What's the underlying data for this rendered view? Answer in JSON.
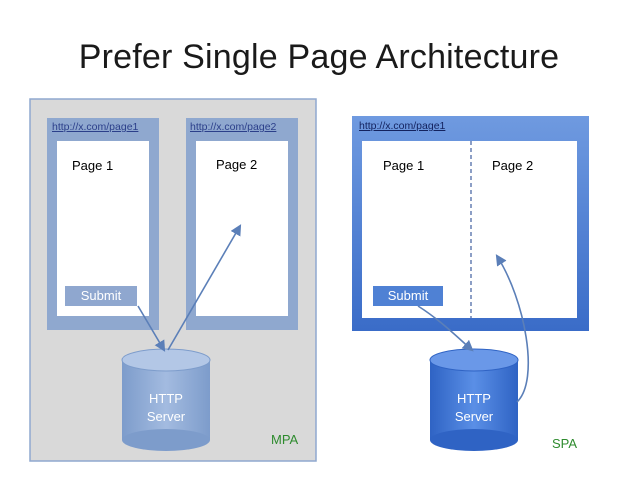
{
  "title": "Prefer Single Page Architecture",
  "mpa": {
    "label": "MPA",
    "window1": {
      "url": "http://x.com/page1",
      "page_label": "Page 1",
      "submit_label": "Submit"
    },
    "window2": {
      "url": "http://x.com/page2",
      "page_label": "Page 2"
    },
    "server": {
      "line1": "HTTP",
      "line2": "Server"
    }
  },
  "spa": {
    "label": "SPA",
    "window": {
      "url": "http://x.com/page1",
      "page1_label": "Page 1",
      "page2_label": "Page 2",
      "submit_label": "Submit"
    },
    "server": {
      "line1": "HTTP",
      "line2": "Server"
    }
  },
  "colors": {
    "mpa_background": "#d9d9d9",
    "mpa_frame": "#8fa8cf",
    "mpa_button": "#8fa7cf",
    "mpa_label": "#2e8b2e",
    "spa_frame": "#3f74cf",
    "spa_button": "#4f81d4",
    "spa_label": "#2e8b2e",
    "url_text": "#2b3f8a",
    "arrow": "#5b7fb8"
  }
}
